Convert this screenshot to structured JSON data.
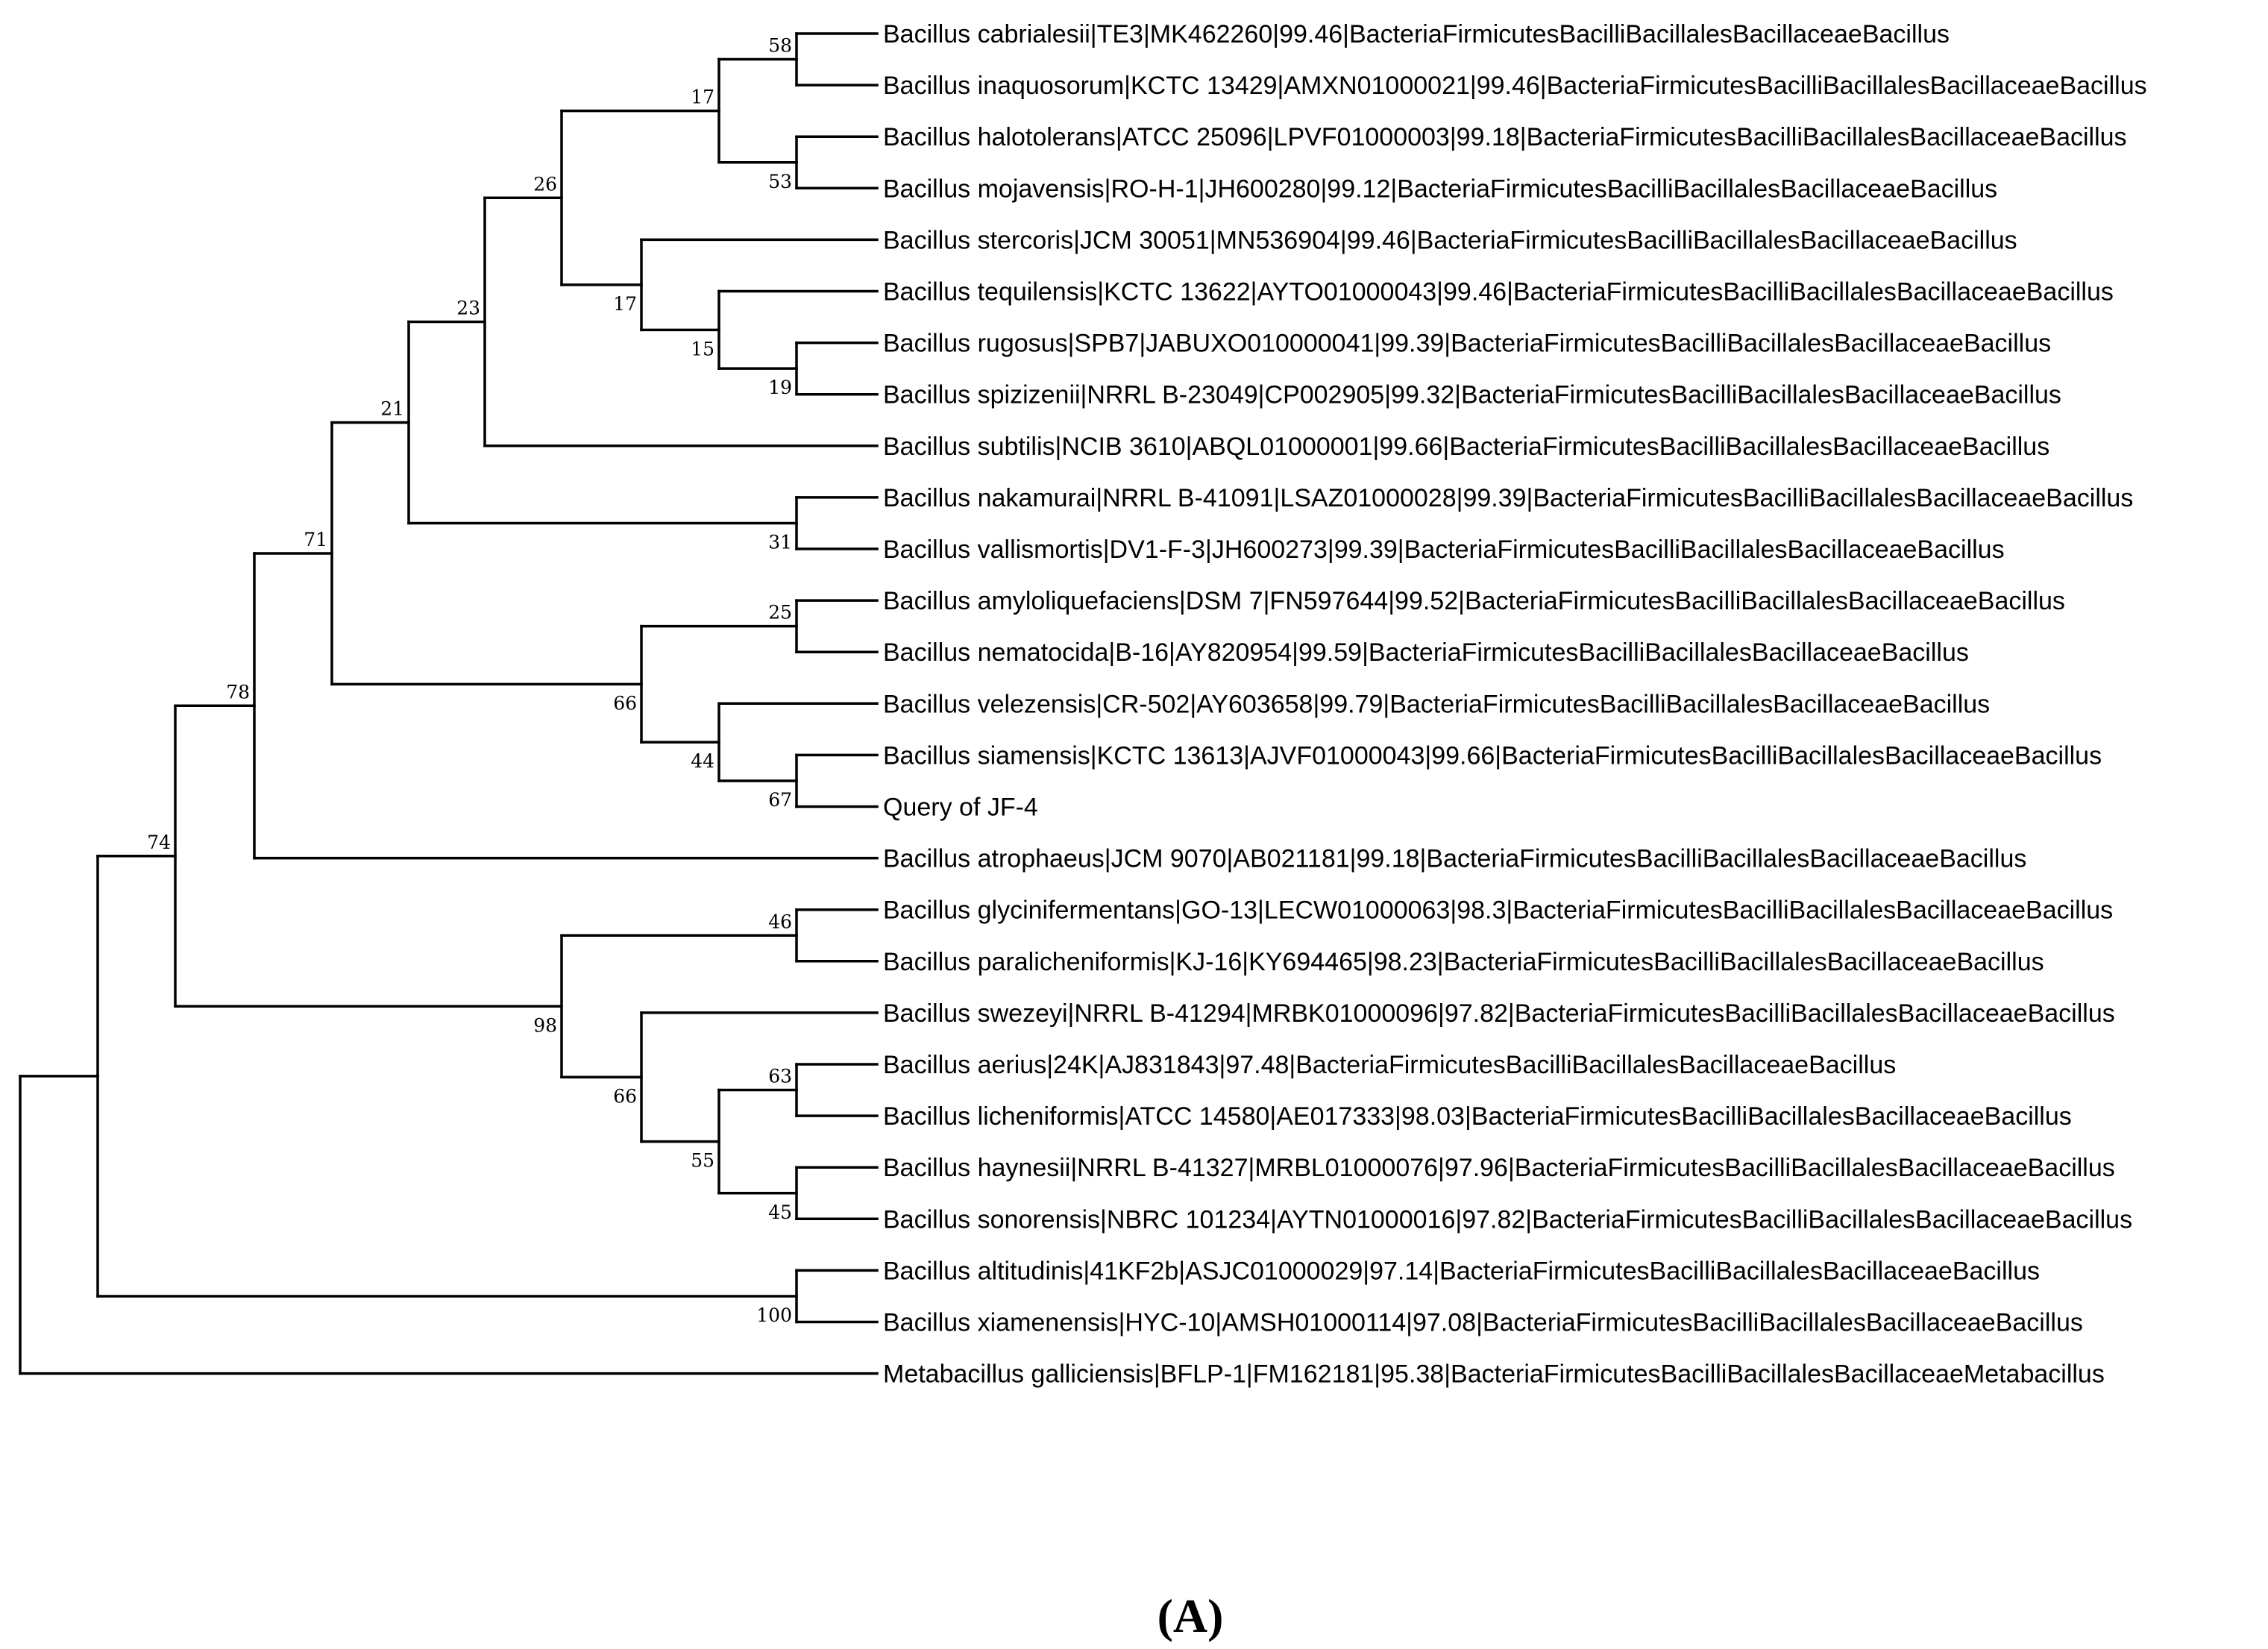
{
  "tree": {
    "taxa": [
      "Bacillus cabrialesii|TE3|MK462260|99.46|BacteriaFirmicutesBacilliBacillalesBacillaceaeBacillus",
      "Bacillus inaquosorum|KCTC 13429|AMXN01000021|99.46|BacteriaFirmicutesBacilliBacillalesBacillaceaeBacillus",
      "Bacillus halotolerans|ATCC 25096|LPVF01000003|99.18|BacteriaFirmicutesBacilliBacillalesBacillaceaeBacillus",
      "Bacillus mojavensis|RO-H-1|JH600280|99.12|BacteriaFirmicutesBacilliBacillalesBacillaceaeBacillus",
      "Bacillus stercoris|JCM 30051|MN536904|99.46|BacteriaFirmicutesBacilliBacillalesBacillaceaeBacillus",
      "Bacillus tequilensis|KCTC 13622|AYTO01000043|99.46|BacteriaFirmicutesBacilliBacillalesBacillaceaeBacillus",
      "Bacillus rugosus|SPB7|JABUXO010000041|99.39|BacteriaFirmicutesBacilliBacillalesBacillaceaeBacillus",
      "Bacillus spizizenii|NRRL B-23049|CP002905|99.32|BacteriaFirmicutesBacilliBacillalesBacillaceaeBacillus",
      "Bacillus subtilis|NCIB 3610|ABQL01000001|99.66|BacteriaFirmicutesBacilliBacillalesBacillaceaeBacillus",
      "Bacillus nakamurai|NRRL B-41091|LSAZ01000028|99.39|BacteriaFirmicutesBacilliBacillalesBacillaceaeBacillus",
      "Bacillus vallismortis|DV1-F-3|JH600273|99.39|BacteriaFirmicutesBacilliBacillalesBacillaceaeBacillus",
      "Bacillus amyloliquefaciens|DSM 7|FN597644|99.52|BacteriaFirmicutesBacilliBacillalesBacillaceaeBacillus",
      "Bacillus nematocida|B-16|AY820954|99.59|BacteriaFirmicutesBacilliBacillalesBacillaceaeBacillus",
      "Bacillus velezensis|CR-502|AY603658|99.79|BacteriaFirmicutesBacilliBacillalesBacillaceaeBacillus",
      "Bacillus siamensis|KCTC 13613|AJVF01000043|99.66|BacteriaFirmicutesBacilliBacillalesBacillaceaeBacillus",
      "Query of JF-4",
      "Bacillus atrophaeus|JCM 9070|AB021181|99.18|BacteriaFirmicutesBacilliBacillalesBacillaceaeBacillus",
      "Bacillus glycinifermentans|GO-13|LECW01000063|98.3|BacteriaFirmicutesBacilliBacillalesBacillaceaeBacillus",
      "Bacillus paralicheniformis|KJ-16|KY694465|98.23|BacteriaFirmicutesBacilliBacillalesBacillaceaeBacillus",
      "Bacillus swezeyi|NRRL B-41294|MRBK01000096|97.82|BacteriaFirmicutesBacilliBacillalesBacillaceaeBacillus",
      "Bacillus aerius|24K|AJ831843|97.48|BacteriaFirmicutesBacilliBacillalesBacillaceaeBacillus",
      "Bacillus licheniformis|ATCC 14580|AE017333|98.03|BacteriaFirmicutesBacilliBacillalesBacillaceaeBacillus",
      "Bacillus haynesii|NRRL B-41327|MRBL01000076|97.96|BacteriaFirmicutesBacilliBacillalesBacillaceaeBacillus",
      "Bacillus sonorensis|NBRC 101234|AYTN01000016|97.82|BacteriaFirmicutesBacilliBacillalesBacillaceaeBacillus",
      "Bacillus altitudinis|41KF2b|ASJC01000029|97.14|BacteriaFirmicutesBacilliBacillalesBacillaceaeBacillus",
      "Bacillus xiamenensis|HYC-10|AMSH01000114|97.08|BacteriaFirmicutesBacilliBacillalesBacillaceaeBacillus",
      "Metabacillus galliciensis|BFLP-1|FM162181|95.38|BacteriaFirmicutesBacilliBacillalesBacillaceaeMetabacillus"
    ],
    "bootstrap_values": [
      "58",
      "17",
      "53",
      "26",
      "17",
      "15",
      "19",
      "23",
      "21",
      "31",
      "71",
      "25",
      "66",
      "44",
      "67",
      "78",
      "74",
      "46",
      "98",
      "66",
      "63",
      "55",
      "45",
      "100"
    ]
  },
  "panel_label": "(A)"
}
